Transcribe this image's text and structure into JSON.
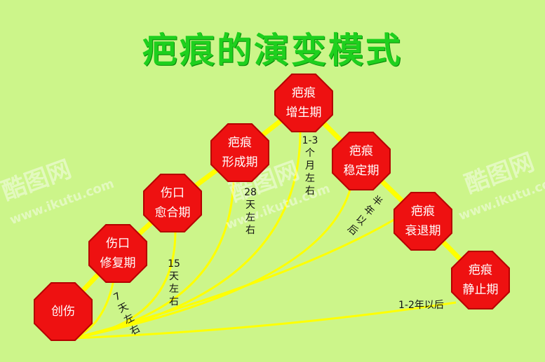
{
  "title": "疤痕的演变模式",
  "nodes": [
    {
      "line1": "创伤",
      "line2": ""
    },
    {
      "line1": "伤口",
      "line2": "修复期"
    },
    {
      "line1": "伤口",
      "line2": "愈合期"
    },
    {
      "line1": "疤痕",
      "line2": "形成期"
    },
    {
      "line1": "疤痕",
      "line2": "增生期"
    },
    {
      "line1": "疤痕",
      "line2": "稳定期"
    },
    {
      "line1": "疤痕",
      "line2": "衰退期"
    },
    {
      "line1": "疤痕",
      "line2": "静止期"
    }
  ],
  "durations": {
    "d1": [
      "7",
      "天",
      "左",
      "右"
    ],
    "d2": [
      "15",
      "天",
      "左",
      "右"
    ],
    "d3": [
      "28",
      "天",
      "左",
      "右"
    ],
    "d4": [
      "1-3",
      "个",
      "月",
      "左",
      "右"
    ],
    "d5": [
      "半",
      "年",
      "以",
      "后"
    ],
    "d6": "1-2年以后"
  },
  "watermark": {
    "brand": "酷图网",
    "url": "www.ikutu.com"
  },
  "colors": {
    "background": "#ccf58a",
    "node": "#ee1111",
    "line": "#ffff00",
    "title": "#1ed01e"
  }
}
